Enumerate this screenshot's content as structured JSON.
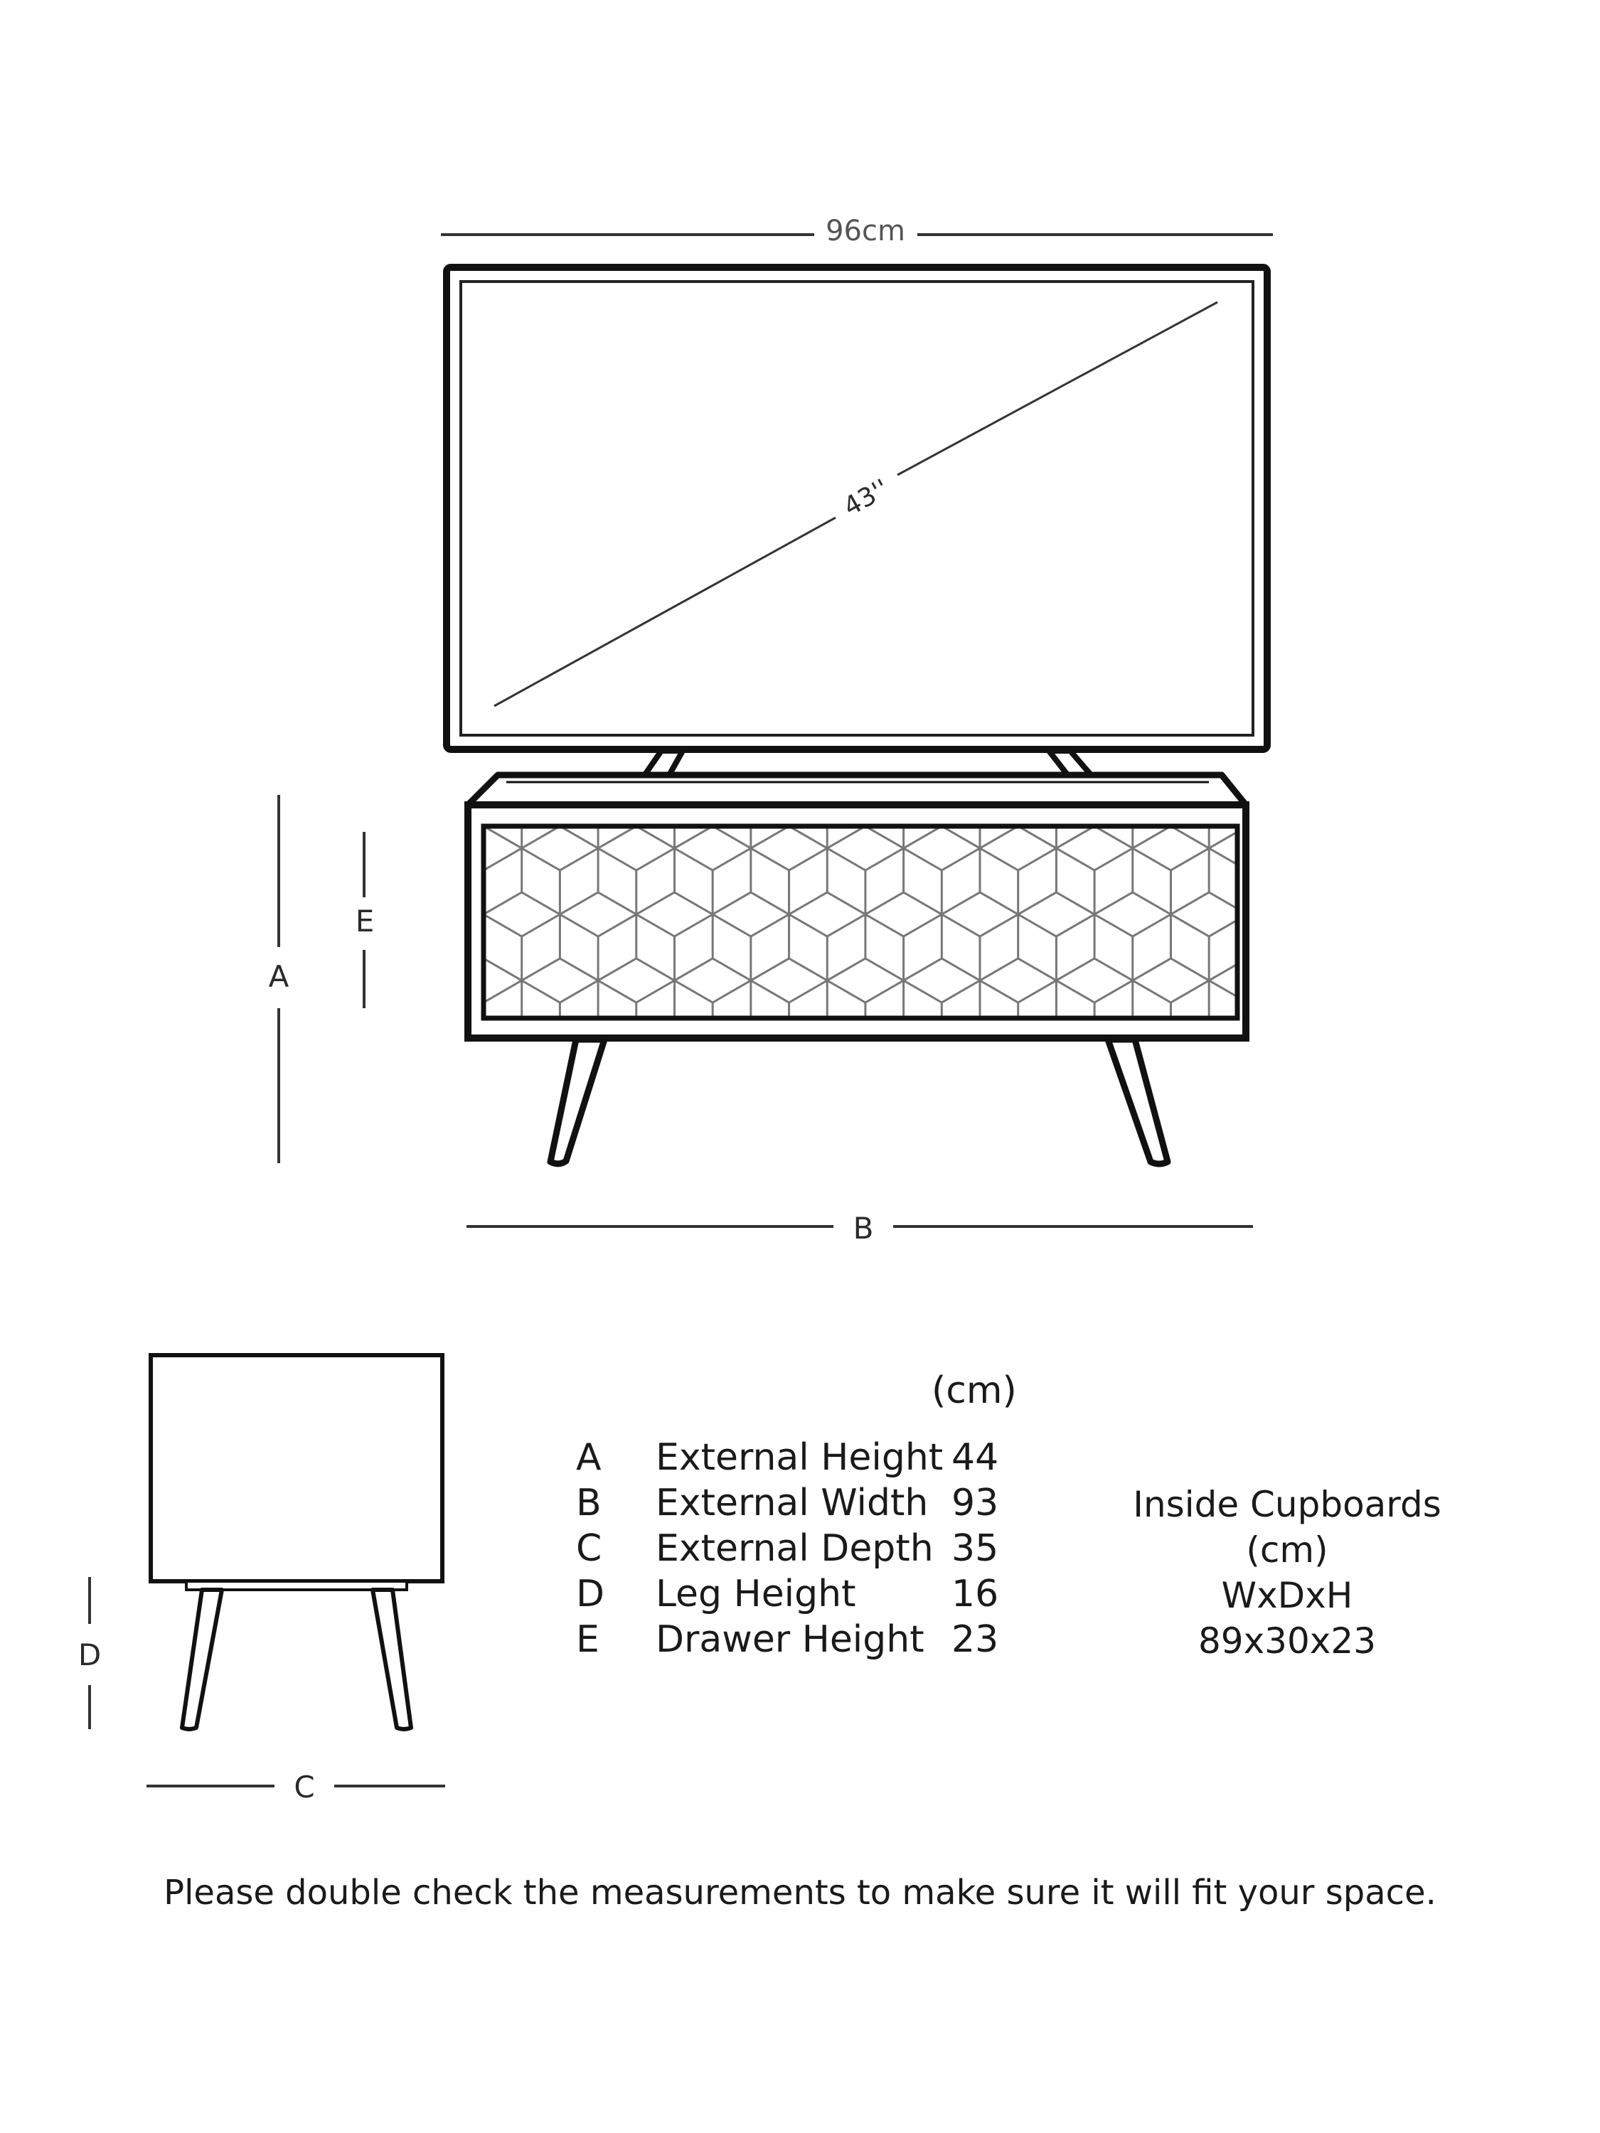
{
  "diagram": {
    "tv_width_label": "96cm",
    "tv_diagonal_label": "43''",
    "dim_labels": {
      "a": "A",
      "b": "B",
      "c": "C",
      "d": "D",
      "e": "E"
    }
  },
  "table": {
    "unit_header": "(cm)",
    "rows": [
      {
        "key": "A",
        "name": "External Height",
        "value": "44"
      },
      {
        "key": "B",
        "name": "External Width",
        "value": "93"
      },
      {
        "key": "C",
        "name": "External Depth",
        "value": "35"
      },
      {
        "key": "D",
        "name": "Leg Height",
        "value": "16"
      },
      {
        "key": "E",
        "name": "Drawer Height",
        "value": "23"
      }
    ]
  },
  "inside_cupboards": {
    "title": "Inside Cupboards (cm)",
    "format": "WxDxH",
    "value": "89x30x23"
  },
  "note": "Please double check the measurements to make sure it will fit your space."
}
